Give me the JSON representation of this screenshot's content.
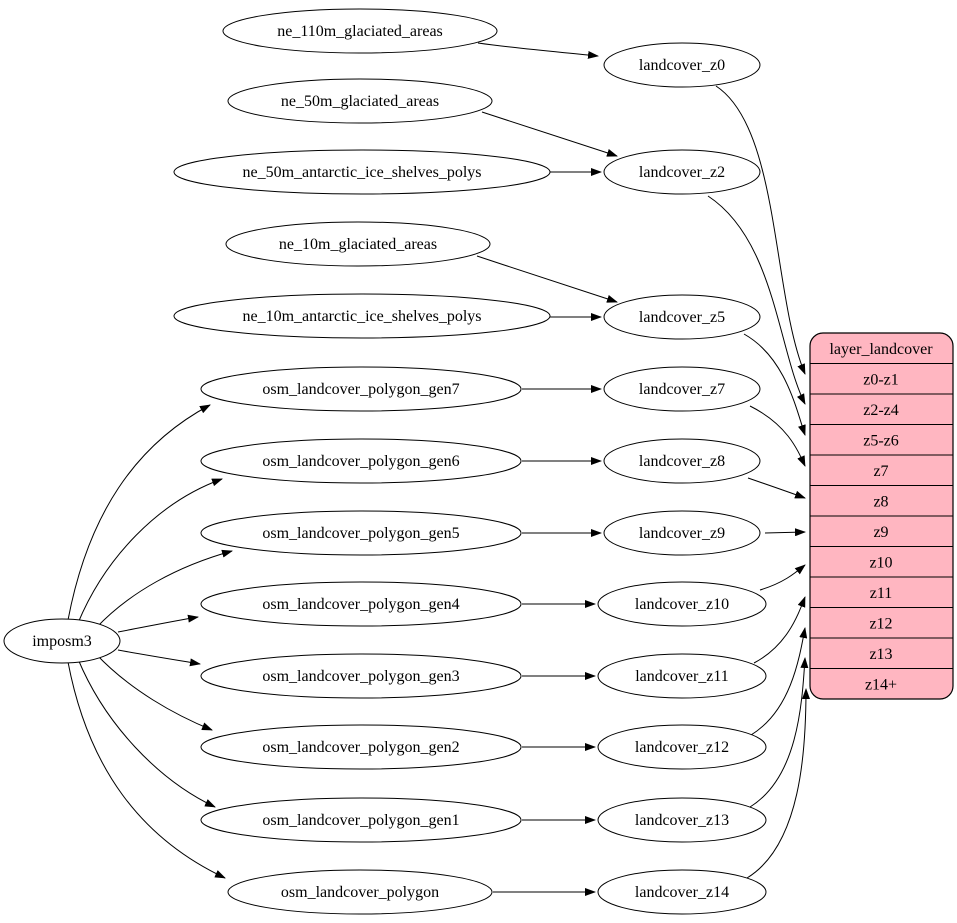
{
  "diagram": {
    "importer": {
      "label": "imposm3"
    },
    "sources": [
      {
        "label": "ne_110m_glaciated_areas"
      },
      {
        "label": "ne_50m_glaciated_areas"
      },
      {
        "label": "ne_50m_antarctic_ice_shelves_polys"
      },
      {
        "label": "ne_10m_glaciated_areas"
      },
      {
        "label": "ne_10m_antarctic_ice_shelves_polys"
      },
      {
        "label": "osm_landcover_polygon_gen7"
      },
      {
        "label": "osm_landcover_polygon_gen6"
      },
      {
        "label": "osm_landcover_polygon_gen5"
      },
      {
        "label": "osm_landcover_polygon_gen4"
      },
      {
        "label": "osm_landcover_polygon_gen3"
      },
      {
        "label": "osm_landcover_polygon_gen2"
      },
      {
        "label": "osm_landcover_polygon_gen1"
      },
      {
        "label": "osm_landcover_polygon"
      }
    ],
    "stages": [
      {
        "label": "landcover_z0"
      },
      {
        "label": "landcover_z2"
      },
      {
        "label": "landcover_z5"
      },
      {
        "label": "landcover_z7"
      },
      {
        "label": "landcover_z8"
      },
      {
        "label": "landcover_z9"
      },
      {
        "label": "landcover_z10"
      },
      {
        "label": "landcover_z11"
      },
      {
        "label": "landcover_z12"
      },
      {
        "label": "landcover_z13"
      },
      {
        "label": "landcover_z14"
      }
    ],
    "layer_table": {
      "title": "layer_landcover",
      "rows": [
        "z0-z1",
        "z2-z4",
        "z5-z6",
        "z7",
        "z8",
        "z9",
        "z10",
        "z11",
        "z12",
        "z13",
        "z14+"
      ]
    },
    "edges": [
      "imposm3->osm_landcover_polygon_gen7",
      "imposm3->osm_landcover_polygon_gen6",
      "imposm3->osm_landcover_polygon_gen5",
      "imposm3->osm_landcover_polygon_gen4",
      "imposm3->osm_landcover_polygon_gen3",
      "imposm3->osm_landcover_polygon_gen2",
      "imposm3->osm_landcover_polygon_gen1",
      "imposm3->osm_landcover_polygon",
      "ne_110m_glaciated_areas->landcover_z0",
      "ne_50m_glaciated_areas->landcover_z2",
      "ne_50m_antarctic_ice_shelves_polys->landcover_z2",
      "ne_10m_glaciated_areas->landcover_z5",
      "ne_10m_antarctic_ice_shelves_polys->landcover_z5",
      "osm_landcover_polygon_gen7->landcover_z7",
      "osm_landcover_polygon_gen6->landcover_z8",
      "osm_landcover_polygon_gen5->landcover_z9",
      "osm_landcover_polygon_gen4->landcover_z10",
      "osm_landcover_polygon_gen3->landcover_z11",
      "osm_landcover_polygon_gen2->landcover_z12",
      "osm_landcover_polygon_gen1->landcover_z13",
      "osm_landcover_polygon->landcover_z14",
      "landcover_z0->layer_landcover:z0-z1",
      "landcover_z2->layer_landcover:z2-z4",
      "landcover_z5->layer_landcover:z5-z6",
      "landcover_z7->layer_landcover:z7",
      "landcover_z8->layer_landcover:z8",
      "landcover_z9->layer_landcover:z9",
      "landcover_z10->layer_landcover:z10",
      "landcover_z11->layer_landcover:z11",
      "landcover_z12->layer_landcover:z12",
      "landcover_z13->layer_landcover:z13",
      "landcover_z14->layer_landcover:z14+"
    ],
    "colors": {
      "table_fill": "#ffb6c1",
      "node_fill": "#ffffff",
      "line": "#000000"
    }
  }
}
